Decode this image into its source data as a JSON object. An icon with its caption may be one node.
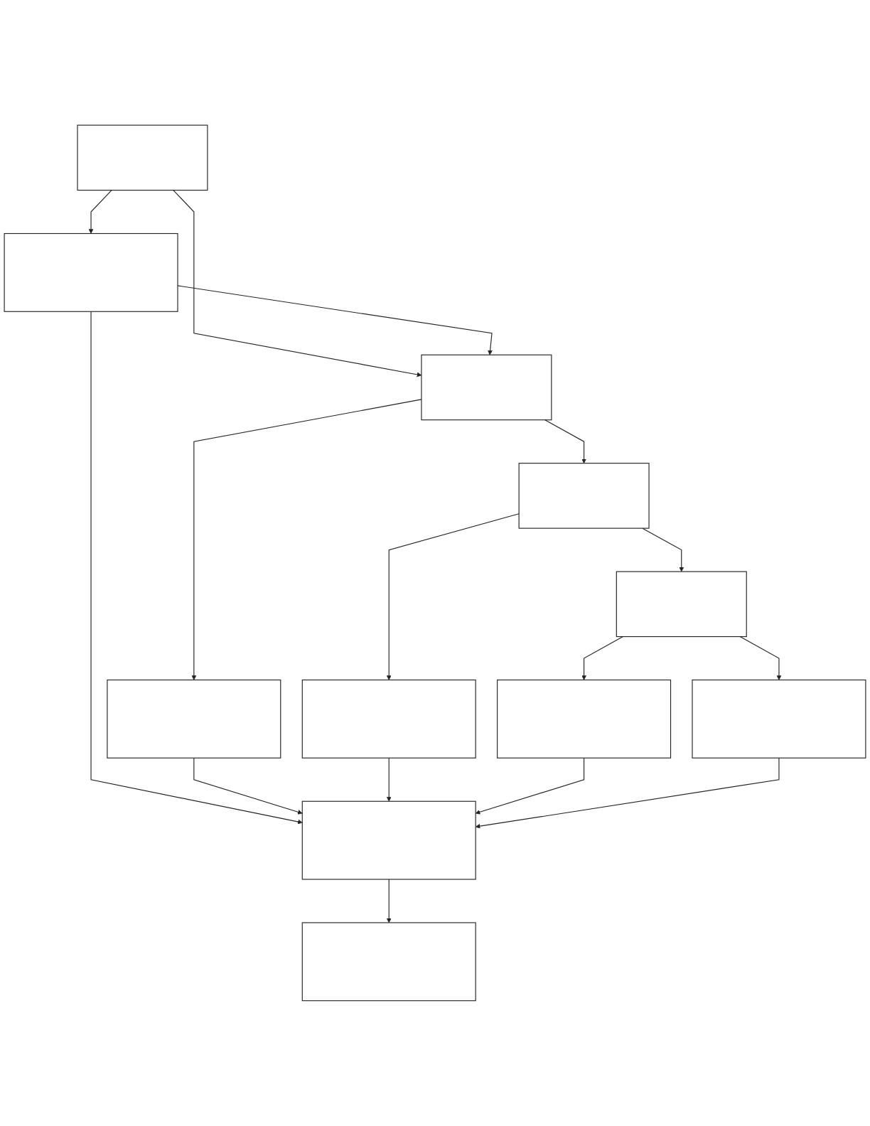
{
  "diagram": {
    "nodes": [
      {
        "text": [],
        "shape": "box"
      },
      {
        "text": [],
        "shape": "box"
      },
      {
        "text": [],
        "shape": "box"
      },
      {
        "text": [],
        "shape": "box"
      },
      {
        "text": [],
        "shape": "box"
      },
      {
        "text": [],
        "shape": "box"
      },
      {
        "text": [],
        "shape": "box"
      },
      {
        "text": [],
        "shape": "box"
      },
      {
        "text": [],
        "shape": "box"
      },
      {
        "text": [],
        "shape": "box"
      },
      {
        "text": [],
        "shape": "box"
      }
    ],
    "edges": [
      {
        "from": 0,
        "to": 1,
        "arrow": "to"
      },
      {
        "from": 0,
        "to": 2,
        "arrow": "to"
      },
      {
        "from": 1,
        "to": 2,
        "arrow": "to"
      },
      {
        "from": 2,
        "to": 3,
        "arrow": "to"
      },
      {
        "from": 2,
        "to": 4,
        "arrow": "to"
      },
      {
        "from": 4,
        "to": 5,
        "arrow": "to"
      },
      {
        "from": 4,
        "to": 6,
        "arrow": "to"
      },
      {
        "from": 6,
        "to": 7,
        "arrow": "to"
      },
      {
        "from": 6,
        "to": 8,
        "arrow": "to"
      },
      {
        "from": 1,
        "to": 9,
        "arrow": "to"
      },
      {
        "from": 3,
        "to": 9,
        "arrow": "to"
      },
      {
        "from": 5,
        "to": 9,
        "arrow": "to"
      },
      {
        "from": 7,
        "to": 9,
        "arrow": "to"
      },
      {
        "from": 8,
        "to": 9,
        "arrow": "to"
      },
      {
        "from": 9,
        "to": 10,
        "arrow": "to"
      }
    ]
  }
}
